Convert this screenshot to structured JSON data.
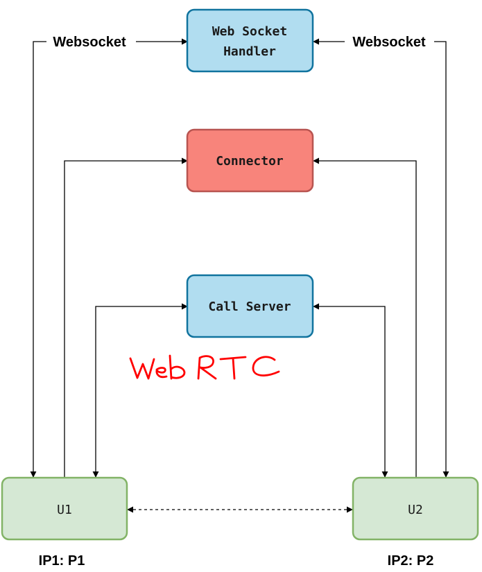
{
  "colors": {
    "handler_fill": "#b1ddf0",
    "handler_stroke": "#10739e",
    "connector_fill": "#f8847b",
    "connector_stroke": "#b85450",
    "callserver_fill": "#b1ddf0",
    "callserver_stroke": "#10739e",
    "user_fill": "#d5e8d4",
    "user_stroke": "#82b366",
    "annotation": "#ff0000"
  },
  "nodes": {
    "ws_handler": {
      "line1": "Web Socket",
      "line2": "Handler"
    },
    "connector": {
      "label": "Connector"
    },
    "call_server": {
      "label": "Call Server"
    },
    "u1": {
      "label": "U1",
      "ip": "IP1: P1"
    },
    "u2": {
      "label": "U2",
      "ip": "IP2: P2"
    }
  },
  "edges": {
    "ws_left_label": "Websocket",
    "ws_right_label": "Websocket"
  },
  "annotation": {
    "text": "webRTC",
    "icon": "handwritten-webrtc"
  }
}
